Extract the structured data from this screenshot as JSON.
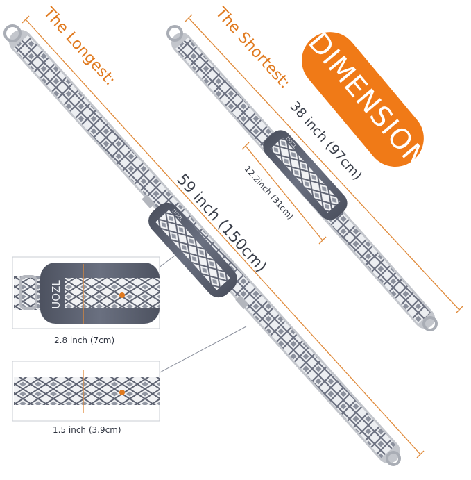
{
  "labels": {
    "longest": "The Longest:",
    "shortest": "The Shortest:",
    "badge": "DIMENSION",
    "long_length": "59 inch (150cm)",
    "short_length": "38 inch (97cm)",
    "pad_length": "12.2inch (31cm)",
    "pad_width": "2.8 inch (7cm)",
    "strap_width": "1.5 inch (3.9cm)",
    "brand": "UOZL"
  },
  "colors": {
    "accent": "#f07a17",
    "line": "#e08a3a",
    "pad": "#5b6170",
    "strap_light": "#e9eaee",
    "strap_dark": "#6d7280",
    "metal": "#b9bcc3"
  }
}
